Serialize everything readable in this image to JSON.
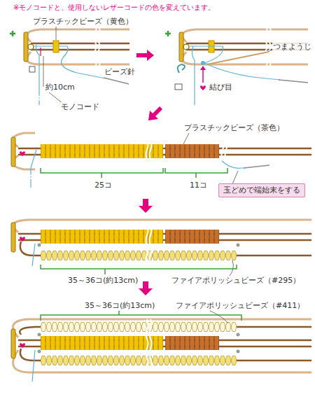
{
  "diagram": {
    "nodes": [
      {
        "text": [
          "玉どめで端始末をする"
        ]
      }
    ],
    "labels": [
      "※モノコードと、使用しないレザーコードの色を変えています。",
      "プラスチックビーズ（黄色）",
      "ビーズ針",
      "約10cm",
      "モノコード",
      "つまようじ",
      "結び目",
      "プラスチックビーズ（茶色）",
      "25コ",
      "11コ",
      "35～36コ(約13cm)",
      "ファイアポリッシュビーズ（#295）",
      "35～36コ(約13cm)",
      "ファイアポリッシュビーズ（#411）"
    ]
  }
}
